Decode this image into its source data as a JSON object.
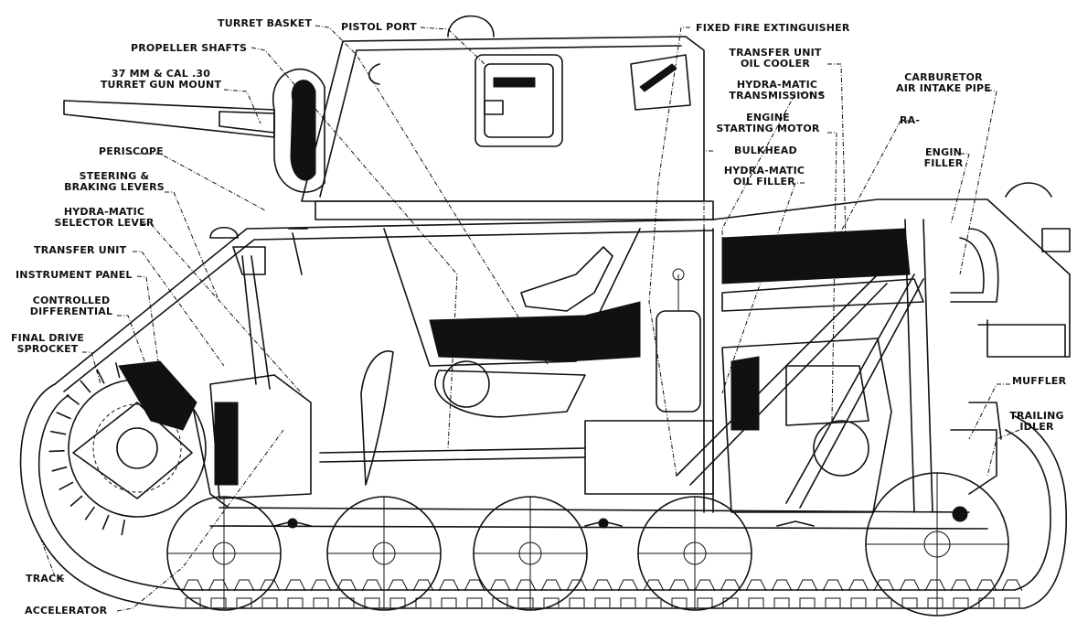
{
  "labels": {
    "turret_basket": "TURRET BASKET",
    "pistol_port": "PISTOL PORT",
    "fixed_fire_extinguisher": "FIXED FIRE EXTINGUISHER",
    "propeller_shafts": "PROPELLER SHAFTS",
    "transfer_unit_oil_cooler": "TRANSFER UNIT\nOIL COOLER",
    "turret_gun_mount": "37 MM & CAL .30\nTURRET GUN MOUNT",
    "hydra_matic_transmissions": "HYDRA-MATIC\nTRANSMISSIONS",
    "carburetor_air_intake_pipe": "CARBURETOR\nAIR INTAKE PIPE",
    "engine_starting_motor": "ENGINE\nSTARTING MOTOR",
    "radiator": "RA-",
    "periscope": "PERISCOPE",
    "bulkhead": "BULKHEAD",
    "engine_filler": "ENGIN\nFILLER",
    "hydra_matic_oil_filler": "HYDRA-MATIC\nOIL FILLER",
    "steering_braking_levers": "STEERING &\nBRAKING LEVERS",
    "hydra_matic_selector_lever": "HYDRA-MATIC\nSELECTOR LEVER",
    "transfer_unit": "TRANSFER UNIT",
    "instrument_panel": "INSTRUMENT PANEL",
    "controlled_differential": "CONTROLLED\nDIFFERENTIAL",
    "final_drive_sprocket": "FINAL DRIVE\nSPROCKET",
    "muffler": "MUFFLER",
    "trailing_idler": "TRAILING\nIDLER",
    "track": "TRACK",
    "accelerator": "ACCELERATOR"
  }
}
